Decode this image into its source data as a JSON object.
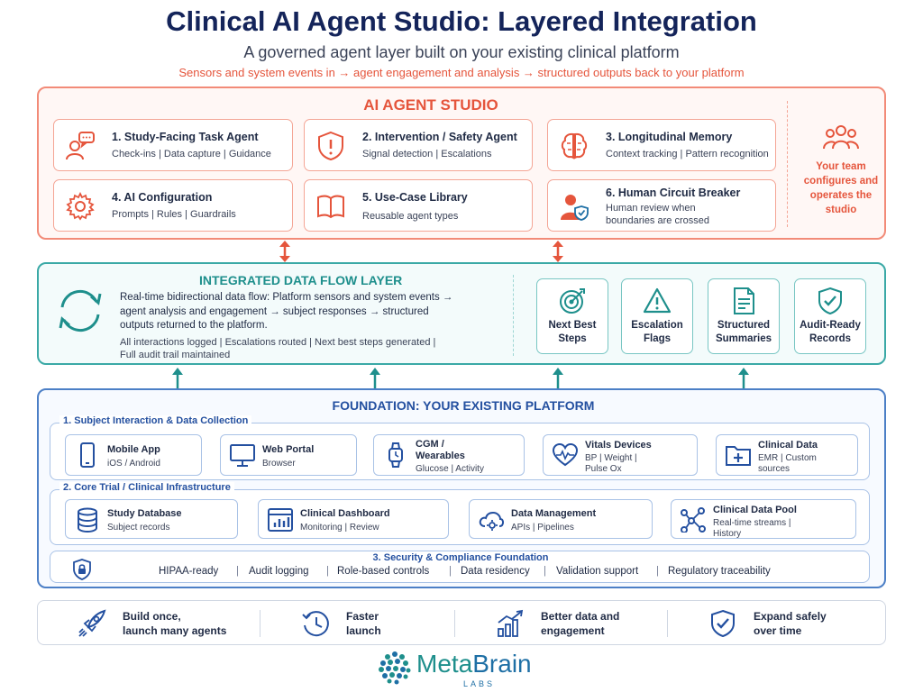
{
  "header": {
    "title": "Clinical AI Agent Studio: Layered Integration",
    "subtitle": "A governed agent layer built on your existing clinical platform",
    "flow": "Sensors and system events in → agent engagement and analysis → structured outputs back to your platform"
  },
  "studio": {
    "title": "AI AGENT STUDIO",
    "cards": [
      {
        "title": "1. Study-Facing Task Agent",
        "sub": "Check-ins | Data capture | Guidance",
        "icon": "chat-user-icon"
      },
      {
        "title": "2. Intervention / Safety Agent",
        "sub": "Signal detection | Escalations",
        "icon": "shield-alert-icon"
      },
      {
        "title": "3. Longitudinal Memory",
        "sub": "Context tracking | Pattern recognition",
        "icon": "brain-icon"
      },
      {
        "title": "4. AI Configuration",
        "sub": "Prompts | Rules | Guardrails",
        "icon": "gear-icon"
      },
      {
        "title": "5. Use-Case Library",
        "sub": "Reusable agent types",
        "icon": "book-icon"
      },
      {
        "title": "6. Human Circuit Breaker",
        "sub": "Human review when",
        "sub2": "boundaries are crossed",
        "icon": "person-shield-icon"
      }
    ],
    "team": {
      "line1": "Your team",
      "line2": "configures and",
      "line3": "operates the",
      "line4": "studio"
    }
  },
  "dataflow": {
    "title": "INTEGRATED DATA FLOW LAYER",
    "body1": "Real-time bidirectional data flow: Platform sensors and system events →",
    "body2": "agent analysis and engagement → subject responses → structured",
    "body3": "outputs returned to the platform.",
    "note1": "All interactions logged | Escalations routed | Next best steps generated |",
    "note2": "Full audit trail maintained",
    "outputs": [
      {
        "l1": "Next Best",
        "l2": "Steps",
        "icon": "target-icon"
      },
      {
        "l1": "Escalation",
        "l2": "Flags",
        "icon": "warning-icon"
      },
      {
        "l1": "Structured",
        "l2": "Summaries",
        "icon": "document-icon"
      },
      {
        "l1": "Audit-Ready",
        "l2": "Records",
        "icon": "shield-check-icon"
      }
    ]
  },
  "foundation": {
    "title": "FOUNDATION: YOUR EXISTING PLATFORM",
    "group1": {
      "label": "1. Subject Interaction & Data Collection",
      "items": [
        {
          "t1": "Mobile App",
          "s1": "iOS / Android",
          "icon": "phone-icon"
        },
        {
          "t1": "Web Portal",
          "s1": "Browser",
          "icon": "monitor-icon"
        },
        {
          "t1": "CGM /",
          "t2": "Wearables",
          "s1": "Glucose | Activity",
          "icon": "watch-icon"
        },
        {
          "t1": "Vitals Devices",
          "s1": "BP | Weight |",
          "s2": "Pulse Ox",
          "icon": "heart-pulse-icon"
        },
        {
          "t1": "Clinical Data",
          "s1": "EMR | Custom",
          "s2": "sources",
          "icon": "medical-folder-icon"
        }
      ]
    },
    "group2": {
      "label": "2. Core Trial / Clinical Infrastructure",
      "items": [
        {
          "t1": "Study Database",
          "s1": "Subject records",
          "icon": "database-icon"
        },
        {
          "t1": "Clinical Dashboard",
          "s1": "Monitoring | Review",
          "icon": "dashboard-icon"
        },
        {
          "t1": "Data Management",
          "s1": "APIs | Pipelines",
          "icon": "cloud-gear-icon"
        },
        {
          "t1": "Clinical Data Pool",
          "s1": "Real-time streams |",
          "s2": "History",
          "icon": "network-icon"
        }
      ]
    },
    "group3": {
      "label": "3. Security & Compliance Foundation",
      "items": [
        "HIPAA-ready",
        "Audit logging",
        "Role-based controls",
        "Data residency",
        "Validation support",
        "Regulatory traceability"
      ],
      "icon": "lock-shield-icon"
    }
  },
  "benefits": [
    {
      "l1": "Build once,",
      "l2": "launch many agents",
      "icon": "rocket-icon"
    },
    {
      "l1": "Faster",
      "l2": "launch",
      "icon": "clock-icon"
    },
    {
      "l1": "Better data and",
      "l2": "engagement",
      "icon": "growth-chart-icon"
    },
    {
      "l1": "Expand safely",
      "l2": "over time",
      "icon": "shield-check-icon"
    }
  ],
  "logo": {
    "name1": "Meta",
    "name2": "Brain",
    "sub": "LABS"
  },
  "colors": {
    "studio": "#e5553c",
    "dataflow": "#1e8f8c",
    "foundation": "#2450a0",
    "navy": "#14245a"
  }
}
